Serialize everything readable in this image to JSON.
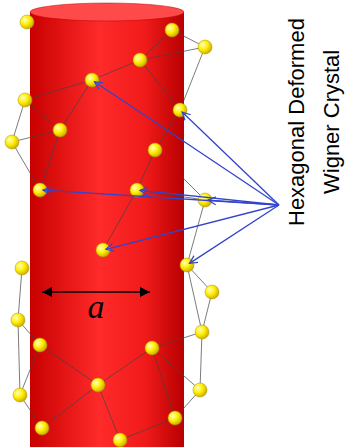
{
  "diagram": {
    "labels": [
      "a",
      "Hexagonal Deformed",
      "Wigner Crystal"
    ]
  }
}
